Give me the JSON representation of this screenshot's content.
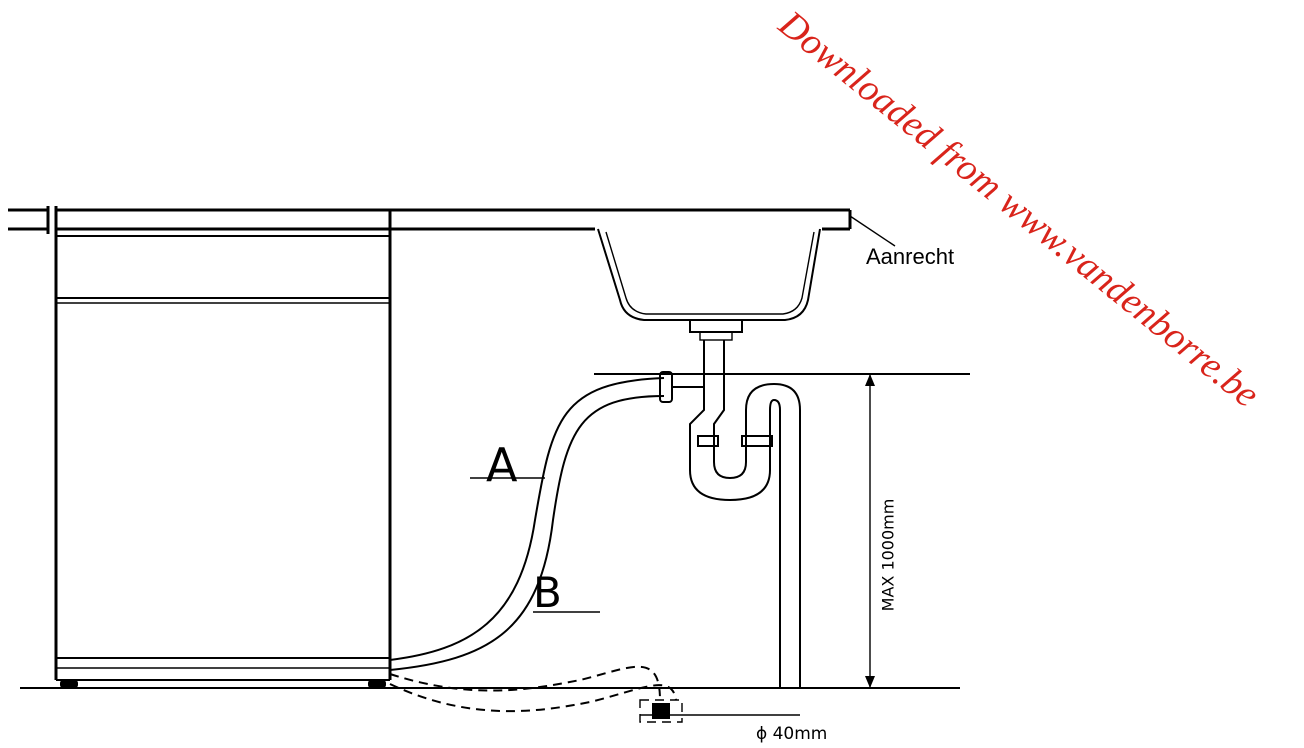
{
  "labels": {
    "countertop": "Aanrecht",
    "hose_a": "A",
    "hose_b": "B",
    "max_height": "MAX 1000mm",
    "diameter": "ϕ 40mm"
  },
  "watermark": {
    "text": "Downloaded from www.vandenborre.be",
    "color": "#d9241b"
  }
}
